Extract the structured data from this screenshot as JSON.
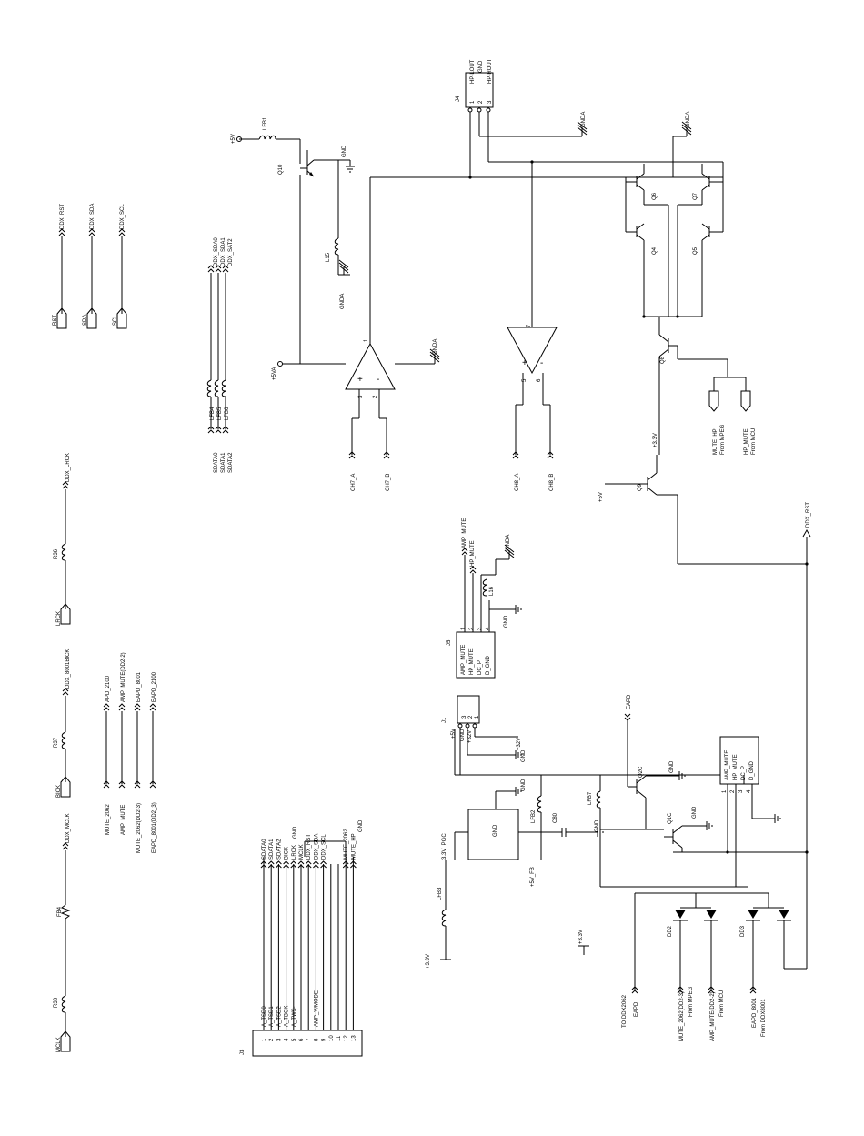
{
  "left_nets": {
    "rst": [
      "DDX_RST",
      "RST"
    ],
    "sda": [
      "DDX_SDA",
      "SDA"
    ],
    "scl": [
      "DDX_SCL",
      "SCL"
    ],
    "lrck": [
      "DDX_LRCK",
      "R36",
      "LRCK"
    ],
    "bick": [
      "DDX_8001BICK",
      "R37",
      "BICK"
    ],
    "mclk": [
      "DDX_MCLK",
      "FB4",
      "R38",
      "MCLK"
    ],
    "misc": [
      "APD_2100",
      "MUTE_2062",
      "AMP_MUTE(DD2-2)",
      "AMP_MUTE",
      "EAPD_8001",
      "MUTE_2062(DD2-3)",
      "EAPD_2100",
      "EAPD_8001(DD2_3)"
    ]
  },
  "sdata": {
    "nets_top": [
      "DDX_SDA0",
      "DDX_SDA1",
      "DDX_SAT2"
    ],
    "ferrites": [
      "LFB4",
      "LFB5",
      "LFB6"
    ],
    "nets_bottom": [
      "SDATA0",
      "SDATA1",
      "SDATA2"
    ]
  },
  "supply": {
    "lfb1": "LFB1",
    "plus5v": "+5V",
    "q10": "Q10",
    "gnd": "GND",
    "l15": "L15",
    "gnda": "GNDA",
    "plus5va": "+5VA"
  },
  "opamps": {
    "u1": {
      "pin_out": "1",
      "pin3": "3",
      "pin2": "2",
      "in_a": "CH7_A",
      "in_b": "CH7_B",
      "gnda": "GNDA"
    },
    "u2": {
      "pin_out": "7",
      "pin5": "5",
      "pin6": "6",
      "in_a": "CH8_A",
      "in_b": "CH8_B"
    },
    "plus": "+",
    "minus": "-"
  },
  "j4": {
    "ref": "J4",
    "pins": [
      "HP-LOUT",
      "GND",
      "HP-ROUT"
    ],
    "nums": [
      "1",
      "2",
      "3"
    ],
    "gnda1": "GNDA",
    "gnda2": "GNDA"
  },
  "transistors": {
    "q6": "Q6",
    "q7": "Q7",
    "q4": "Q4",
    "q5": "Q5",
    "q8": "Q8",
    "q9": "Q9",
    "plus33": "+3.3V",
    "mute_hp": "MUTE_HP",
    "from_mpeg": "From MPEG",
    "hp_mute": "HP_MUTE",
    "from_mcu": "From MCU",
    "plus5v": "+5V",
    "ddx_rst": "DDX_RST"
  },
  "j5": {
    "ref": "J5",
    "nets": [
      "AMP_MUTE",
      "HP_MUTE"
    ],
    "l16": "L16",
    "gnda": "GNDA",
    "gnd": "GND",
    "pins": [
      "AMP_MUTE",
      "HP_MUTE",
      "DC_P",
      "D_GND"
    ],
    "nums": [
      "1",
      "2",
      "3",
      "4"
    ]
  },
  "j1": {
    "ref": "J1",
    "nums": [
      "3",
      "2",
      "1"
    ],
    "nets": [
      "+5V",
      "GND",
      "+32V"
    ],
    "gnd": "GND",
    "plus32": "+32V"
  },
  "regulator": {
    "gnd_label": "GND",
    "gnd1": "GND",
    "lfb2": "LFB2",
    "c80": "C80",
    "gnd2": "GND",
    "lfb7": "LFB7",
    "pgc": "3.3V_PGC",
    "fb": "+5V_FB",
    "lfb3": "LFB3",
    "plus33": "+3.3V"
  },
  "mute_block": {
    "eapd": "EAPD",
    "q2c": "Q2C",
    "gnd_q2c": "GND",
    "q1c": "Q1C",
    "gnd_q1c": "GND",
    "conn_pins": [
      "AMP_MUTE",
      "HP_MUTE",
      "DC_P",
      "D_GND"
    ],
    "conn_nums": [
      "1",
      "2",
      "3",
      "4"
    ]
  },
  "diodes": {
    "plus33": "+3.3V",
    "dd2": "DD2",
    "dd3": "DD3",
    "to_ddx": "TO DDX2062",
    "eapd": "EAPD",
    "mute_2062": "MUTE_2062(DD2-3)",
    "from_mpeg": "From MPEG",
    "amp_mute": "AMP_MUTE(DD2-2)",
    "from_mcu": "From MCU",
    "eapd_8001": "EAPD_8001",
    "from_ddx": "From DDX8001"
  },
  "j3": {
    "ref": "J3",
    "pins": [
      "A_TSD0-",
      "A_TSD1-",
      "A_TSD2",
      "A_TBCK-",
      "A_TWS-",
      "",
      "",
      "AMP_V/MODE",
      "",
      "",
      "",
      "",
      ""
    ],
    "nets": [
      "SDATA0",
      "SDATA1",
      "SDATA2",
      "BICK",
      "LRCK",
      "MCLK",
      "DDX_RST",
      "DDX_SDA",
      "DDX_SCL",
      "MUTE_2062",
      "MUTE_HP"
    ],
    "nums": [
      "1",
      "2",
      "3",
      "4",
      "5",
      "6",
      "7",
      "8",
      "9",
      "10",
      "11",
      "12",
      "13"
    ],
    "gnd1": "GND",
    "gnd2": "GND"
  }
}
